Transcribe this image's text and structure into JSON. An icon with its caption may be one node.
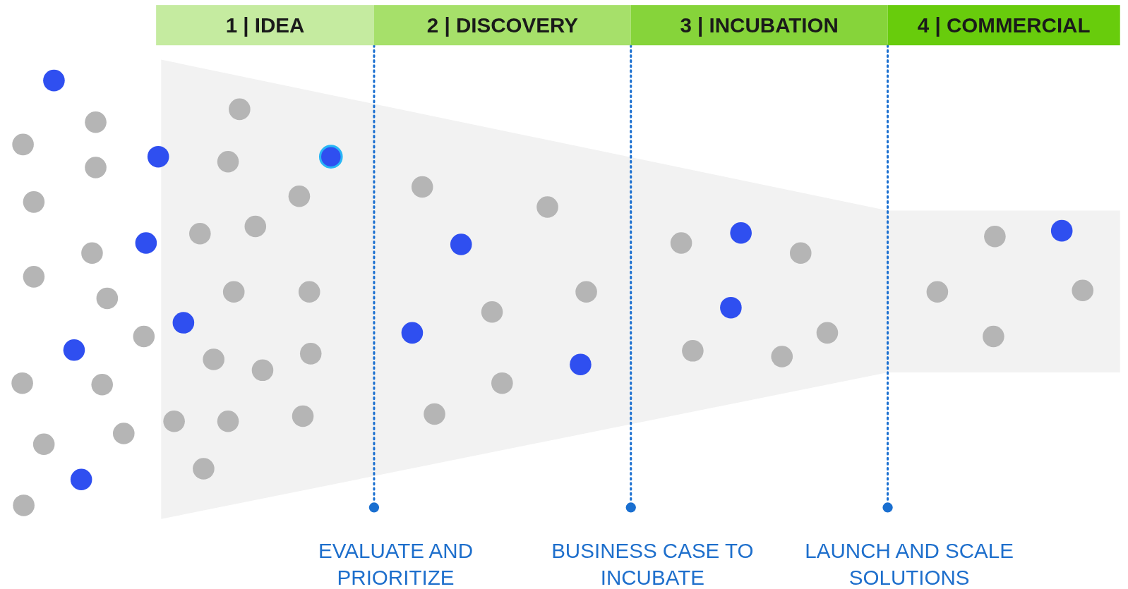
{
  "diagram": {
    "nodes": [
      {
        "text": [
          "1 | IDEA"
        ]
      },
      {
        "text": [
          "2 | DISCOVERY"
        ]
      },
      {
        "text": [
          "3 | INCUBATION"
        ]
      },
      {
        "text": [
          "4 | COMMERCIAL"
        ]
      }
    ],
    "labels": [
      "EVALUATE AND PRIORITIZE",
      "BUSINESS CASE TO INCUBATE",
      "LAUNCH AND SCALE SOLUTIONS"
    ]
  }
}
